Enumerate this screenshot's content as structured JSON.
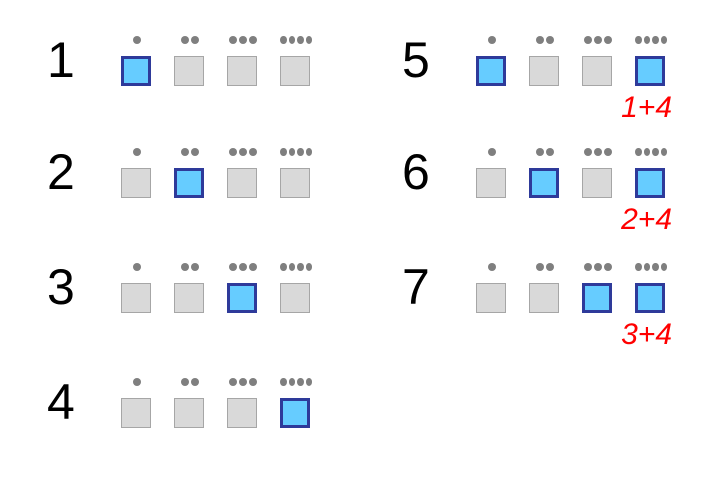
{
  "dots_per_position": [
    1,
    2,
    3,
    4
  ],
  "colors": {
    "active_fill": "#66ccff",
    "active_border": "#2e3a9a",
    "inactive_fill": "#d9d9d9",
    "inactive_border": "#a6a6a6",
    "dot": "#7f7f7f",
    "combo_text": "#ff0000"
  },
  "rows": [
    {
      "number": "1",
      "active": [
        true,
        false,
        false,
        false
      ],
      "combo": ""
    },
    {
      "number": "2",
      "active": [
        false,
        true,
        false,
        false
      ],
      "combo": ""
    },
    {
      "number": "3",
      "active": [
        false,
        false,
        true,
        false
      ],
      "combo": ""
    },
    {
      "number": "4",
      "active": [
        false,
        false,
        false,
        true
      ],
      "combo": ""
    },
    {
      "number": "5",
      "active": [
        true,
        false,
        false,
        true
      ],
      "combo": "1+4"
    },
    {
      "number": "6",
      "active": [
        false,
        true,
        false,
        true
      ],
      "combo": "2+4"
    },
    {
      "number": "7",
      "active": [
        false,
        false,
        true,
        true
      ],
      "combo": "3+4"
    }
  ]
}
